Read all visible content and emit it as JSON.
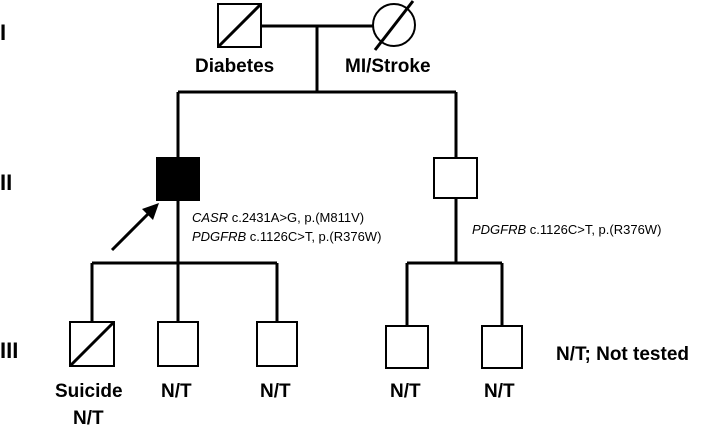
{
  "generations": [
    "I",
    "II",
    "III"
  ],
  "gen1": {
    "father_label": "Diabetes",
    "mother_label": "MI/Stroke"
  },
  "gen2": {
    "proband_mutations": [
      {
        "gene": "CASR",
        "change": " c.2431A>G, p.(M811V)"
      },
      {
        "gene": "PDGFRB",
        "change": " c.1126C>T, p.(R376W)"
      }
    ],
    "sibling_mutations": [
      {
        "gene": "PDGFRB",
        "change": " c.1126C>T, p.(R376W)"
      }
    ]
  },
  "gen3": {
    "child1_label1": "Suicide",
    "child1_label2": "N/T",
    "child2_label": "N/T",
    "child3_label": "N/T",
    "child4_label": "N/T",
    "child5_label": "N/T"
  },
  "legend": "N/T; Not tested"
}
